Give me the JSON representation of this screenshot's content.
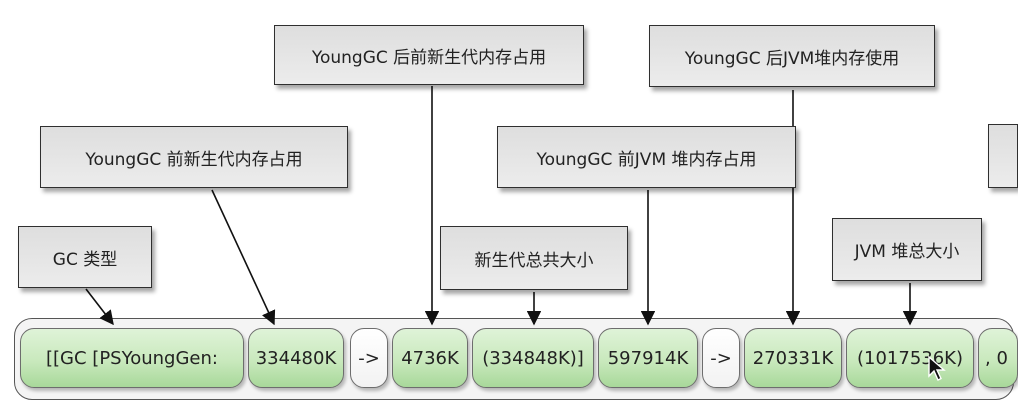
{
  "labels": {
    "young_gc_before_new_gen": "YoungGC 前新生代内存占用",
    "young_gc_after_new_gen": "YoungGC 后前新生代内存占用",
    "young_gc_before_heap": "YoungGC 前JVM 堆内存占用",
    "young_gc_after_heap": "YoungGC 后JVM堆内存使用",
    "gc_type": "GC 类型",
    "new_gen_total": "新生代总共大小",
    "heap_total": "JVM 堆总大小"
  },
  "log_segments": {
    "gc_prefix": "[[GC [PSYoungGen:",
    "new_gen_before": "334480K",
    "arrow_1": "->",
    "new_gen_after": "4736K",
    "new_gen_total": "(334848K)]",
    "heap_before": "597914K",
    "arrow_2": "->",
    "heap_after": "270331K",
    "heap_total": "(1017536K)",
    "trailing": ", 0"
  }
}
